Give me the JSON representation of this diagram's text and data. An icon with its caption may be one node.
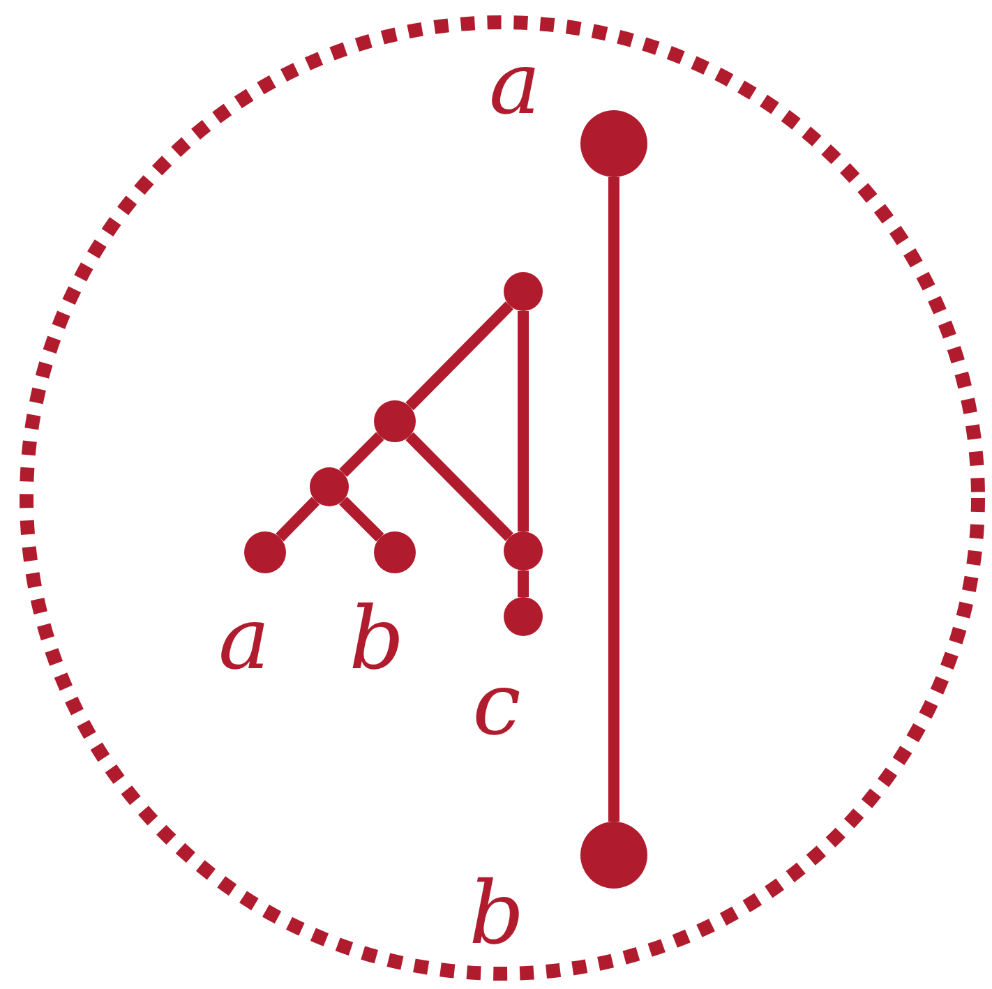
{
  "diagram": {
    "nodes": [
      {
        "text": [],
        "shape": "circle",
        "beside": [
          "a"
        ]
      },
      {
        "text": [],
        "shape": "circle"
      },
      {
        "text": [],
        "shape": "circle"
      },
      {
        "text": [],
        "shape": "circle"
      },
      {
        "text": [],
        "shape": "circle",
        "beside": [
          "a"
        ]
      },
      {
        "text": [],
        "shape": "circle",
        "beside": [
          "b"
        ]
      },
      {
        "text": [],
        "shape": "circle"
      },
      {
        "text": [],
        "shape": "circle",
        "beside": [
          "c"
        ]
      },
      {
        "text": [],
        "shape": "circle",
        "beside": [
          "b"
        ]
      }
    ],
    "edges": [
      {
        "from": 0,
        "to": 8,
        "arrow": "none"
      },
      {
        "from": 1,
        "to": 2,
        "arrow": "none"
      },
      {
        "from": 2,
        "to": 3,
        "arrow": "none"
      },
      {
        "from": 3,
        "to": 4,
        "arrow": "none"
      },
      {
        "from": 3,
        "to": 5,
        "arrow": "none"
      },
      {
        "from": 2,
        "to": 6,
        "arrow": "none"
      },
      {
        "from": 1,
        "to": 6,
        "arrow": "none"
      },
      {
        "from": 6,
        "to": 7,
        "arrow": "none"
      }
    ]
  }
}
